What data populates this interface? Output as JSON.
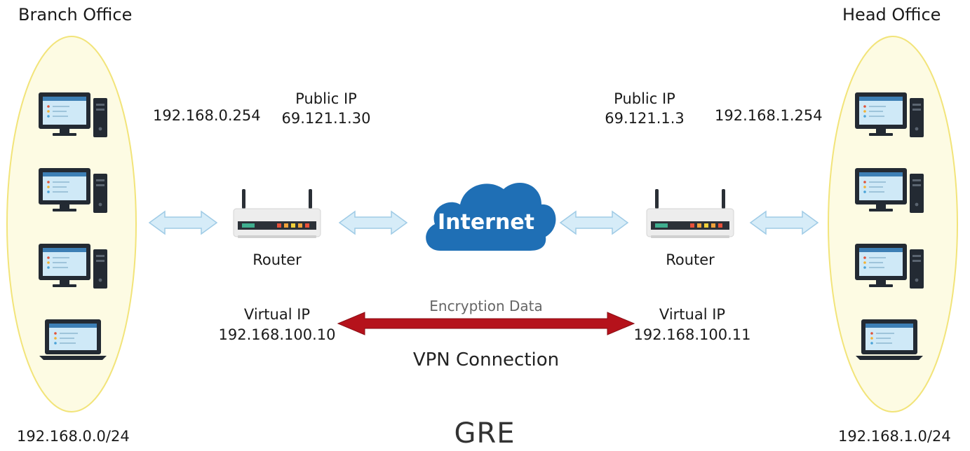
{
  "branch": {
    "title": "Branch Office",
    "lan_ip": "192.168.0.254",
    "public_ip_label": "Public IP",
    "public_ip": "69.121.1.30",
    "router_label": "Router",
    "virtual_ip_label": "Virtual IP",
    "virtual_ip": "192.168.100.10",
    "subnet": "192.168.0.0/24"
  },
  "head": {
    "title": "Head Office",
    "lan_ip": "192.168.1.254",
    "public_ip_label": "Public IP",
    "public_ip": "69.121.1.3",
    "router_label": "Router",
    "virtual_ip_label": "Virtual IP",
    "virtual_ip": "192.168.100.11",
    "subnet": "192.168.1.0/24"
  },
  "internet_label": "Internet",
  "tunnel": {
    "encryption_label": "Encryption Data",
    "vpn_label": "VPN Connection"
  },
  "protocol": "GRE",
  "colors": {
    "office_fill": "#fdfbe3",
    "office_stroke": "#f2e47a",
    "cloud": "#1f6fb5",
    "tunnel_arrow": "#b5121b",
    "link_arrow": "#d6ecf8"
  }
}
